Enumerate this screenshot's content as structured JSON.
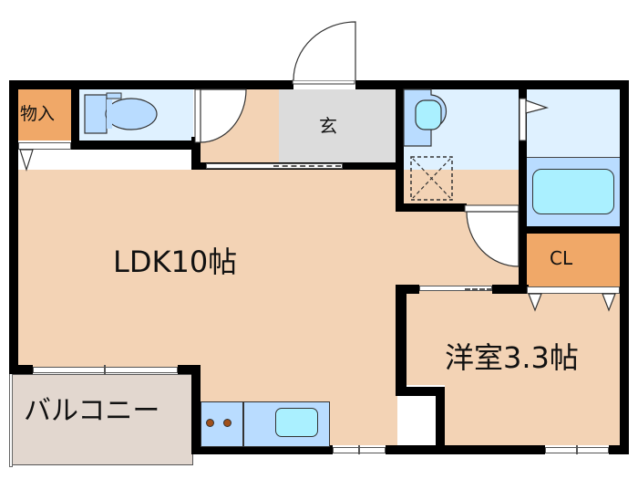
{
  "floorplan": {
    "rooms": {
      "storage": {
        "label": "物入",
        "color": "#f0a868"
      },
      "toilet": {
        "label": "",
        "color": "#dff1ff"
      },
      "hallway": {
        "label": "",
        "color": "#f3d3b5"
      },
      "entrance": {
        "label": "玄",
        "color": "#dcdcdc"
      },
      "washroom": {
        "label": "",
        "color": "#dff1ff"
      },
      "bathroom": {
        "label": "",
        "color": "#dff1ff"
      },
      "ldk": {
        "label": "LDK10帖",
        "color": "#f3d3b5"
      },
      "closet": {
        "label": "CL",
        "color": "#f0a868"
      },
      "western_room": {
        "label": "洋室3.3帖",
        "color": "#f3d3b5"
      },
      "balcony": {
        "label": "バルコニー",
        "color": "#e2d7cf"
      }
    },
    "fixtures": {
      "toilet_bowl": "toilet-icon",
      "wash_basin": "sink-icon",
      "washing_machine_space": "washer-space-icon",
      "bathtub": "bathtub-icon",
      "kitchen_stove": "stove-icon",
      "kitchen_sink": "kitchen-sink-icon"
    },
    "colors": {
      "wall": "#000000",
      "floor_wood": "#f3d3b5",
      "wet_area": "#dff1ff",
      "fixture_blue": "#b9dcff",
      "fixture_cyan": "#aaf0ff",
      "storage_orange": "#f0a868",
      "entrance_gray": "#dcdcdc",
      "balcony_beige": "#e2d7cf",
      "burner_brown": "#a0501a"
    }
  }
}
